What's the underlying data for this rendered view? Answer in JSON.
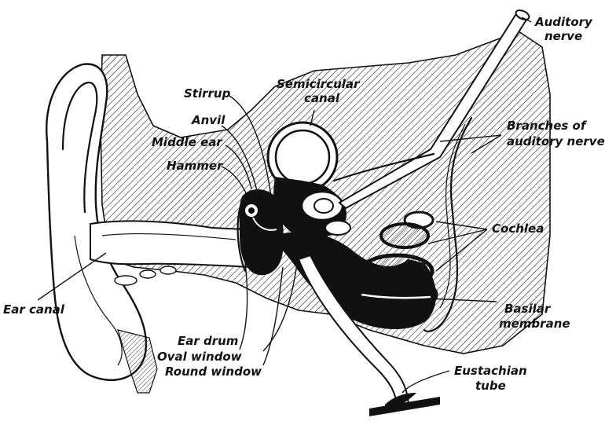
{
  "figure": {
    "title": "",
    "labels": {
      "auditory_nerve_1": "Auditory",
      "auditory_nerve_2": "nerve",
      "semicircular_1": "Semicircular",
      "semicircular_2": "canal",
      "stirrup": "Stirrup",
      "anvil": "Anvil",
      "middle_ear": "Middle ear",
      "hammer": "Hammer",
      "branches_1": "Branches of",
      "branches_2": "auditory nerve",
      "cochlea": "Cochlea",
      "ear_canal": "Ear canal",
      "ear_drum": "Ear drum",
      "oval_window": "Oval window",
      "round_window": "Round window",
      "basilar_1": "Basilar",
      "basilar_2": "membrane",
      "eustachian_1": "Eustachian",
      "eustachian_2": "tube"
    },
    "colors": {
      "ink": "#111111",
      "paper": "#ffffff"
    }
  }
}
